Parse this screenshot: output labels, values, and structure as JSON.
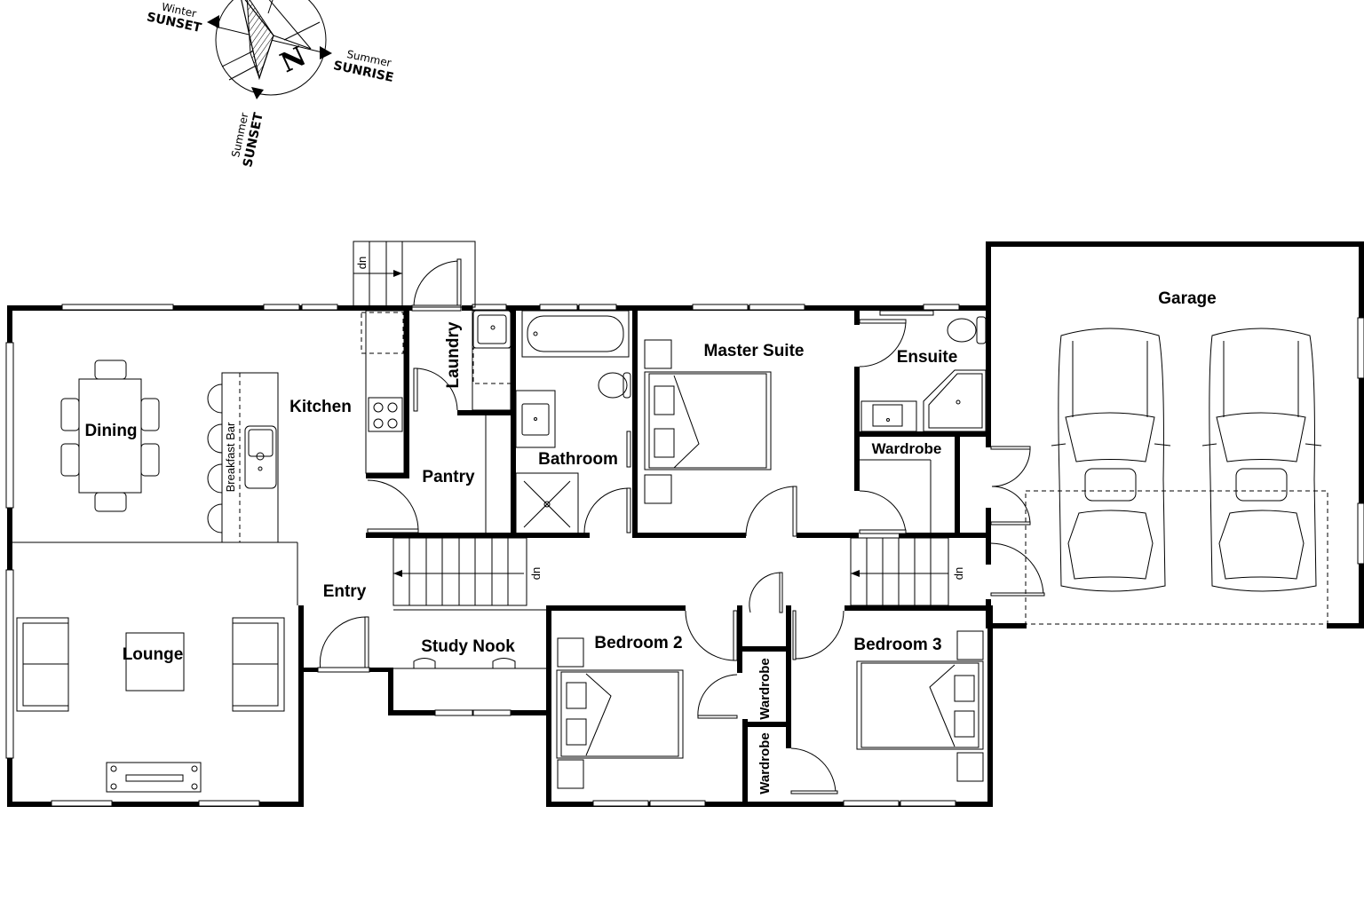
{
  "compass": {
    "north_letter": "N",
    "winter_sunset": {
      "line1": "Winter",
      "line2": "SUNSET"
    },
    "summer_sunrise": {
      "line1": "Summer",
      "line2": "SUNRISE"
    },
    "summer_sunset": {
      "line1": "Summer",
      "line2": "SUNSET"
    }
  },
  "rooms": {
    "dining": "Dining",
    "kitchen": "Kitchen",
    "breakfast_bar": "Breakfast Bar",
    "laundry": "Laundry",
    "pantry": "Pantry",
    "bathroom": "Bathroom",
    "master_suite": "Master Suite",
    "ensuite": "Ensuite",
    "wardrobe_master": "Wardrobe",
    "garage": "Garage",
    "lounge": "Lounge",
    "entry": "Entry",
    "study_nook": "Study Nook",
    "bedroom_2": "Bedroom 2",
    "bedroom_3": "Bedroom 3",
    "wardrobe_upper": "Wardrobe",
    "wardrobe_lower": "Wardrobe"
  },
  "stairs": {
    "rear_exterior": "dn",
    "hall_left": "up",
    "hall_right": "up"
  },
  "colors": {
    "wall": "#000000",
    "background": "#ffffff",
    "line": "#000000"
  }
}
